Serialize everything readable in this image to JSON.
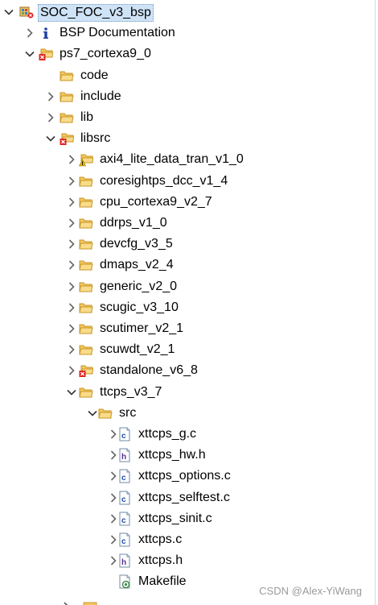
{
  "tree": [
    {
      "label": "SOC_FOC_v3_bsp",
      "level": 0,
      "expanded": true,
      "icon": "project-icon",
      "selected": true
    },
    {
      "label": "BSP Documentation",
      "level": 1,
      "expanded": false,
      "icon": "info-icon"
    },
    {
      "label": "ps7_cortexa9_0",
      "level": 1,
      "expanded": true,
      "icon": "folder-error-icon"
    },
    {
      "label": "code",
      "level": 2,
      "twisty": false,
      "icon": "folder-icon"
    },
    {
      "label": "include",
      "level": 2,
      "expanded": false,
      "icon": "folder-icon"
    },
    {
      "label": "lib",
      "level": 2,
      "expanded": false,
      "icon": "folder-icon"
    },
    {
      "label": "libsrc",
      "level": 2,
      "expanded": true,
      "icon": "folder-error-icon"
    },
    {
      "label": "axi4_lite_data_tran_v1_0",
      "level": 3,
      "expanded": false,
      "icon": "folder-warning-icon"
    },
    {
      "label": "coresightps_dcc_v1_4",
      "level": 3,
      "expanded": false,
      "icon": "folder-icon"
    },
    {
      "label": "cpu_cortexa9_v2_7",
      "level": 3,
      "expanded": false,
      "icon": "folder-icon"
    },
    {
      "label": "ddrps_v1_0",
      "level": 3,
      "expanded": false,
      "icon": "folder-icon"
    },
    {
      "label": "devcfg_v3_5",
      "level": 3,
      "expanded": false,
      "icon": "folder-icon"
    },
    {
      "label": "dmaps_v2_4",
      "level": 3,
      "expanded": false,
      "icon": "folder-icon"
    },
    {
      "label": "generic_v2_0",
      "level": 3,
      "expanded": false,
      "icon": "folder-icon"
    },
    {
      "label": "scugic_v3_10",
      "level": 3,
      "expanded": false,
      "icon": "folder-icon"
    },
    {
      "label": "scutimer_v2_1",
      "level": 3,
      "expanded": false,
      "icon": "folder-icon"
    },
    {
      "label": "scuwdt_v2_1",
      "level": 3,
      "expanded": false,
      "icon": "folder-icon"
    },
    {
      "label": "standalone_v6_8",
      "level": 3,
      "expanded": false,
      "icon": "folder-error-icon"
    },
    {
      "label": "ttcps_v3_7",
      "level": 3,
      "expanded": true,
      "icon": "folder-icon"
    },
    {
      "label": "src",
      "level": 4,
      "expanded": true,
      "icon": "folder-icon"
    },
    {
      "label": "xttcps_g.c",
      "level": 5,
      "expanded": false,
      "icon": "c-file-icon"
    },
    {
      "label": "xttcps_hw.h",
      "level": 5,
      "expanded": false,
      "icon": "h-file-icon"
    },
    {
      "label": "xttcps_options.c",
      "level": 5,
      "expanded": false,
      "icon": "c-file-icon"
    },
    {
      "label": "xttcps_selftest.c",
      "level": 5,
      "expanded": false,
      "icon": "c-file-icon"
    },
    {
      "label": "xttcps_sinit.c",
      "level": 5,
      "expanded": false,
      "icon": "c-file-icon"
    },
    {
      "label": "xttcps.c",
      "level": 5,
      "expanded": false,
      "icon": "c-file-icon"
    },
    {
      "label": "xttcps.h",
      "level": 5,
      "expanded": false,
      "icon": "h-file-icon"
    },
    {
      "label": "Makefile",
      "level": 5,
      "twisty": false,
      "icon": "makefile-icon"
    }
  ],
  "watermark": "CSDN @Alex-YiWang",
  "colors": {
    "folder": "#f2c75c",
    "folder_edge": "#c9962a",
    "error": "#e02020",
    "warning": "#e8b400",
    "info": "#1a3fa6",
    "selection": "#cfe3f7"
  }
}
